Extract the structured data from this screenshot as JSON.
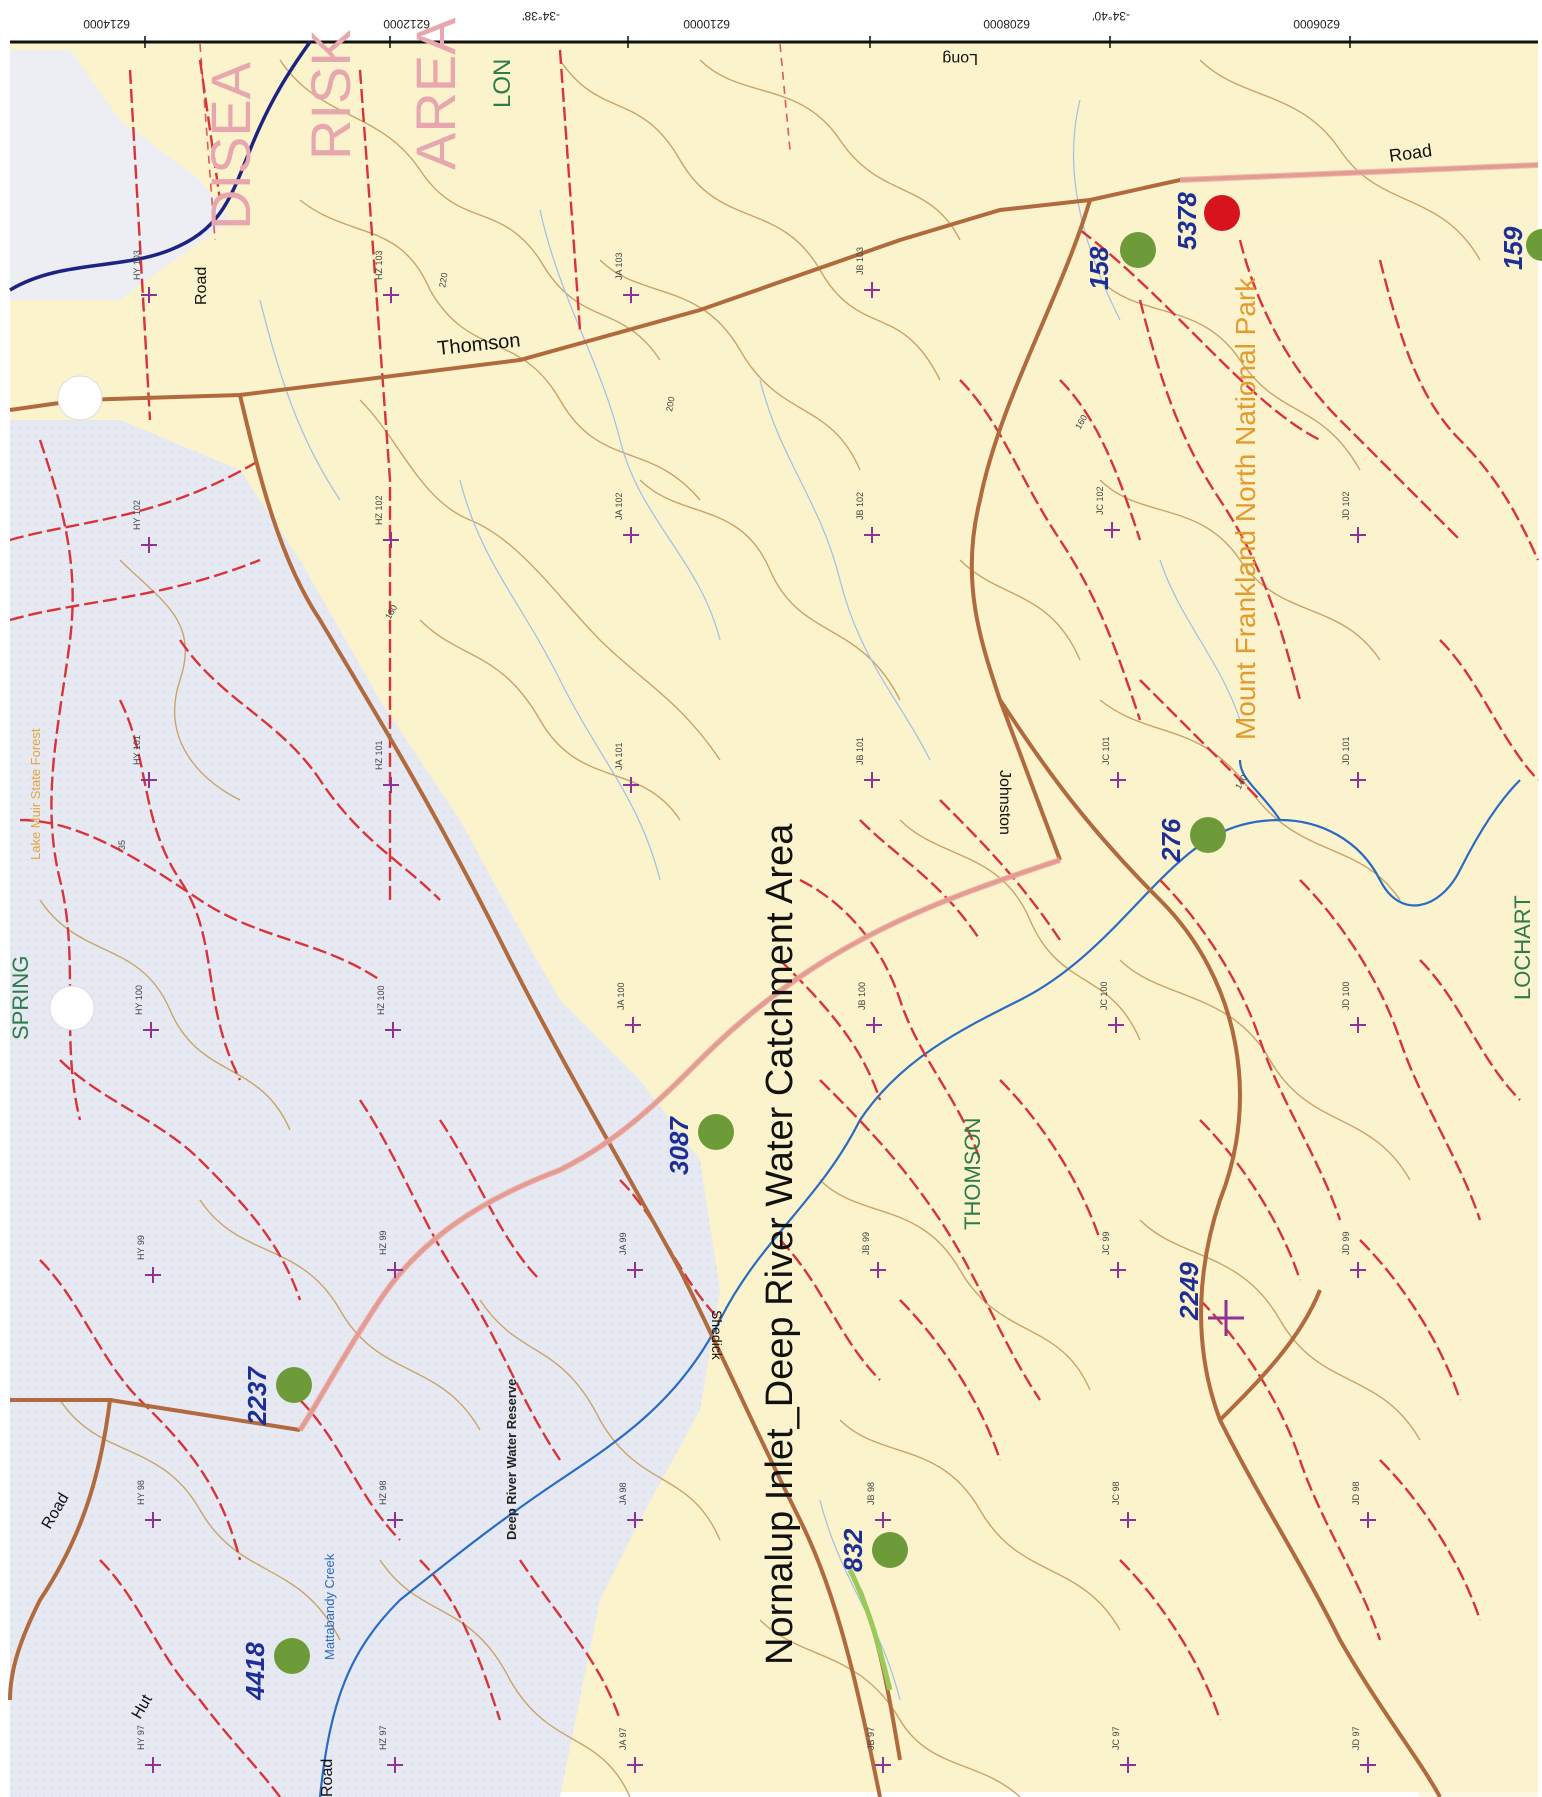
{
  "map": {
    "title": "Nornalup Inlet_Deep River Water Catchment Area",
    "top_coordinates": [
      "6214000",
      "6212000",
      "-34°38'",
      "6210000",
      "6208000",
      "-34°40'",
      "6206000"
    ],
    "colors": {
      "state_forest": "#e7e9f1",
      "land": "#faf2c9",
      "tracks": "#d9333a",
      "roads": "#b06a3e",
      "contours": "#c8a267",
      "streams": "#8fb7e3",
      "river": "#2a6bc2",
      "boundary": "#1d2380",
      "green_sites": "#6d9b3a",
      "red_site": "#d7131e"
    },
    "roads": [
      {
        "id": "thomson",
        "label": "Thomson"
      },
      {
        "id": "road_top_left",
        "label": "Road"
      },
      {
        "id": "long_road",
        "label": "Long"
      },
      {
        "id": "road_top_right",
        "label": "Road"
      },
      {
        "id": "johnston",
        "label": "Johnston"
      },
      {
        "id": "road_bottom_left",
        "label": "Road"
      },
      {
        "id": "hut",
        "label": "Hut"
      },
      {
        "id": "road_bottom",
        "label": "Road"
      },
      {
        "id": "shedick",
        "label": "Shedick"
      }
    ],
    "area_labels": [
      {
        "id": "disease",
        "text": "DISEA"
      },
      {
        "id": "risk",
        "text": "RISK"
      },
      {
        "id": "area",
        "text": "AREA"
      },
      {
        "id": "lon",
        "text": "LON"
      },
      {
        "id": "spring",
        "text": "SPRING"
      },
      {
        "id": "locharf",
        "text": "LOCHART"
      },
      {
        "id": "thomson_block",
        "text": "THOMSON"
      },
      {
        "id": "mt_frankland",
        "text": "Mount Frankland North National Park"
      },
      {
        "id": "lake_muir",
        "text": "Lake Muir State Forest"
      },
      {
        "id": "deep_river_reserve",
        "text": "Deep River Water Reserve"
      },
      {
        "id": "weld_creek",
        "text": "Mattabandy Creek"
      }
    ],
    "sites": [
      {
        "id": "158",
        "label": "158",
        "status": "green"
      },
      {
        "id": "5378",
        "label": "5378",
        "status": "red"
      },
      {
        "id": "159",
        "label": "159",
        "status": "green"
      },
      {
        "id": "276",
        "label": "276",
        "status": "green"
      },
      {
        "id": "3087",
        "label": "3087",
        "status": "green"
      },
      {
        "id": "2237",
        "label": "2237",
        "status": "green"
      },
      {
        "id": "2249",
        "label": "2249",
        "status": "cross"
      },
      {
        "id": "832",
        "label": "832",
        "status": "green"
      },
      {
        "id": "4418",
        "label": "4418",
        "status": "green"
      }
    ],
    "grid_refs": [
      "HY 103",
      "HZ 103",
      "JA 103",
      "JB 103",
      "HY 102",
      "HZ 102",
      "JA 102",
      "JB 102",
      "JC 102",
      "JD 102",
      "HY 101",
      "HZ 101",
      "JA 101",
      "JB 101",
      "JC 101",
      "JD 101",
      "HY 100",
      "HZ 100",
      "JA 100",
      "JB 100",
      "JC 100",
      "JD 100",
      "HY 99",
      "HZ 99",
      "JA 99",
      "JB 99",
      "JC 99",
      "JD 99",
      "HY 98",
      "HZ 98",
      "JA 98",
      "JB 98",
      "JC 98",
      "JD 98",
      "HY 97",
      "HZ 97",
      "JA 97",
      "JB 97",
      "JC 97",
      "JD 97"
    ],
    "contour_values": [
      "220",
      "200",
      "180",
      "160",
      "140",
      "35"
    ]
  }
}
